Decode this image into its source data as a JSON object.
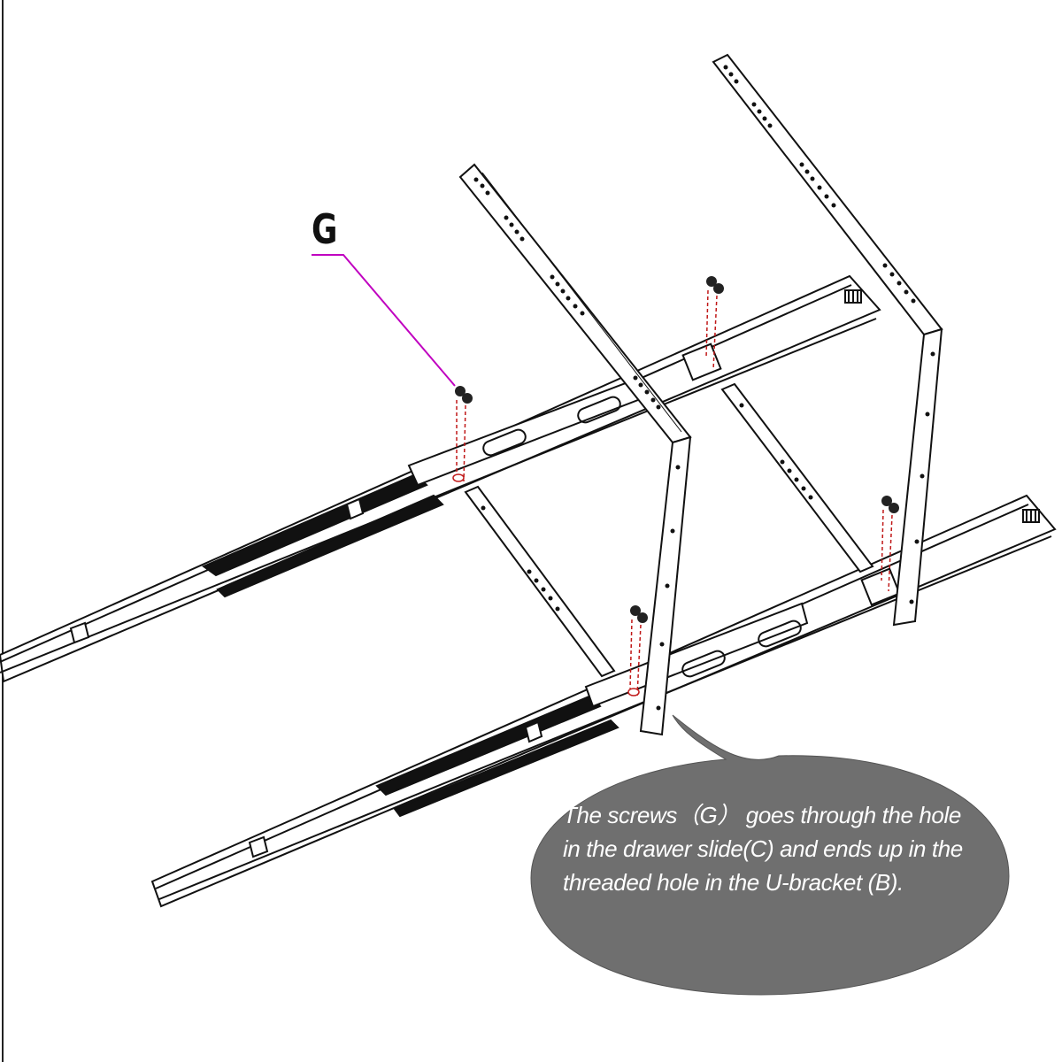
{
  "diagram": {
    "part_label": "G",
    "callout": {
      "lines": [
        "The screws（G） goes through the hole",
        "in the drawer slide(C) and ends up in the",
        "threaded hole in the U-bracket (B)."
      ]
    },
    "colors": {
      "line": "#111111",
      "leader": "#c000c0",
      "screw_path": "#c01818",
      "callout_fill": "#6f6f6f",
      "callout_text": "#ffffff"
    }
  }
}
